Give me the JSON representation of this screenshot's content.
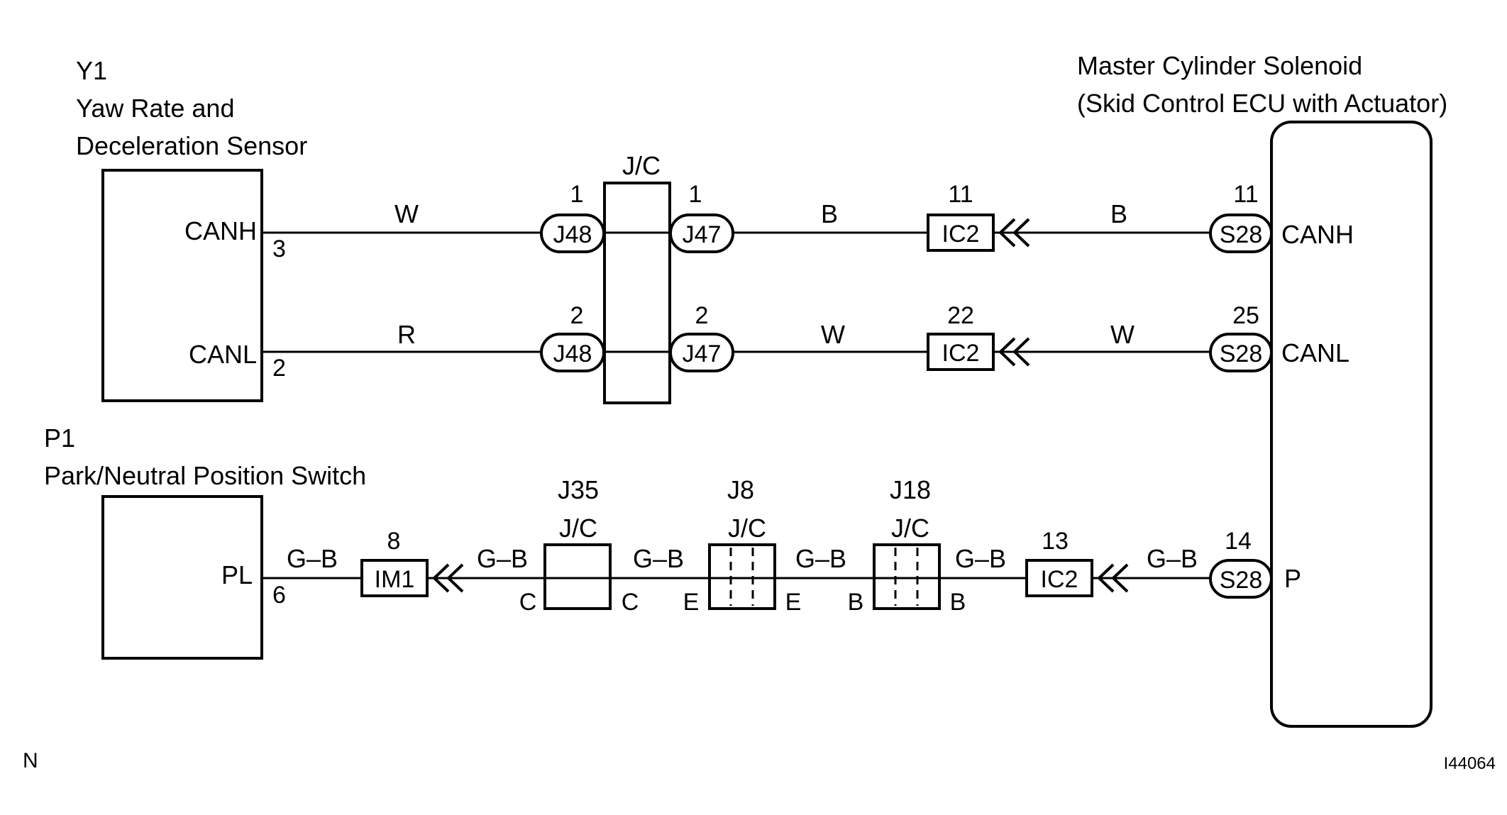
{
  "y1": {
    "code": "Y1",
    "name_line1": "Yaw Rate and",
    "name_line2": "Deceleration Sensor",
    "canh": "CANH",
    "canl": "CANL",
    "pin_canh": "3",
    "pin_canl": "2"
  },
  "p1": {
    "code": "P1",
    "name": "Park/Neutral Position Switch",
    "pl": "PL",
    "pin_pl": "6"
  },
  "ecu": {
    "line1": "Master Cylinder Solenoid",
    "line2": "(Skid Control ECU with Actuator)",
    "canh": "CANH",
    "canl": "CANL",
    "p": "P"
  },
  "jc_top": {
    "label": "J/C"
  },
  "wires": {
    "w": "W",
    "r": "R",
    "b": "B",
    "gb": "G–B"
  },
  "connectors": {
    "j48": "J48",
    "j47": "J47",
    "ic2": "IC2",
    "s28": "S28",
    "im1": "IM1",
    "pin_j48_1": "1",
    "pin_j47_1": "1",
    "pin_ic2_11": "11",
    "pin_s28_11": "11",
    "pin_j48_2": "2",
    "pin_j47_2": "2",
    "pin_ic2_22": "22",
    "pin_s28_25": "25",
    "pin_im1_8": "8",
    "pin_ic2_13": "13",
    "pin_s28_14": "14"
  },
  "junctions": {
    "j35": "J35",
    "j8": "J8",
    "j18": "J18",
    "jc": "J/C",
    "c": "C",
    "e": "E",
    "b": "B"
  },
  "corner_left": "N",
  "corner_right": "I44064"
}
